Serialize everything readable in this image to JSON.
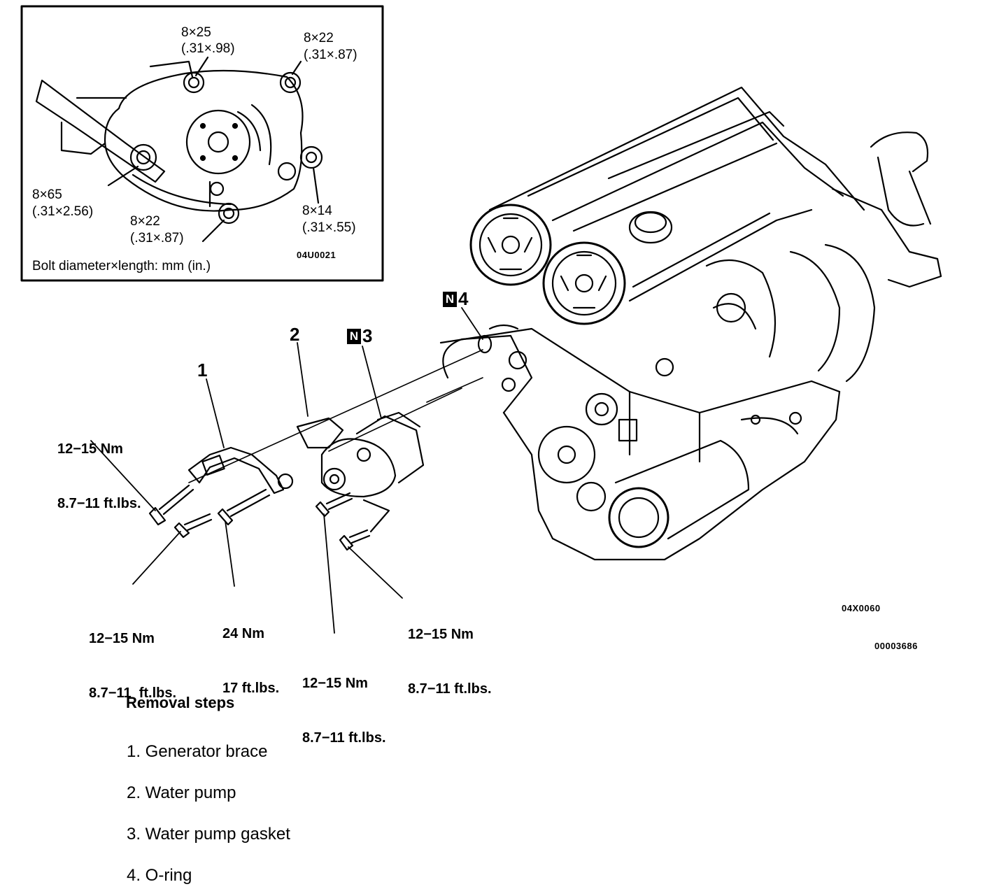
{
  "inset": {
    "bolts": [
      {
        "size": "8×25",
        "inch": "(.31×.98)"
      },
      {
        "size": "8×22",
        "inch": "(.31×.87)"
      },
      {
        "size": "8×65",
        "inch": "(.31×2.56)"
      },
      {
        "size": "8×22",
        "inch": "(.31×.87)"
      },
      {
        "size": "8×14",
        "inch": "(.31×.55)"
      }
    ],
    "legend": "Bolt diameter×length: mm (in.)",
    "figure_code": "04U0021"
  },
  "callouts": [
    {
      "number": "1"
    },
    {
      "number": "2"
    },
    {
      "number": "3",
      "badge": "N"
    },
    {
      "number": "4",
      "badge": "N"
    }
  ],
  "torques": [
    {
      "nm": "12−15 Nm",
      "ftlb": "8.7−11 ft.lbs."
    },
    {
      "nm": "12−15 Nm",
      "ftlb": "8.7−11  ft.lbs."
    },
    {
      "nm": "24 Nm",
      "ftlb": "17 ft.lbs."
    },
    {
      "nm": "12−15 Nm",
      "ftlb": "8.7−11 ft.lbs."
    },
    {
      "nm": "12−15 Nm",
      "ftlb": "8.7−11 ft.lbs."
    }
  ],
  "figure_codes": [
    "04X0060",
    "00003686"
  ],
  "removal": {
    "title": "Removal steps",
    "steps": [
      "1. Generator brace",
      "2. Water pump",
      "3. Water pump gasket",
      "4. O-ring"
    ]
  }
}
